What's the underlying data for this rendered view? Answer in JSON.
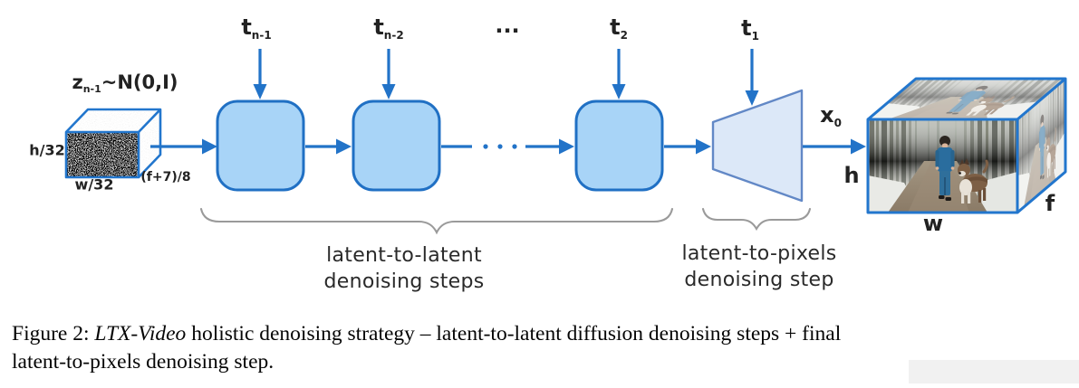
{
  "figure": {
    "latent_label": {
      "base": "z",
      "sub": "n-1",
      "rest": "~N(0,I)"
    },
    "latent_dims": {
      "height": "h/32",
      "width": "w/32",
      "frames": "(f+7)/8"
    },
    "timesteps": [
      {
        "base": "t",
        "sub": "n-1"
      },
      {
        "base": "t",
        "sub": "n-2"
      },
      {
        "base": "t",
        "sub": "2"
      },
      {
        "base": "t",
        "sub": "1"
      }
    ],
    "ellipsis_top": "...",
    "output_label": {
      "base": "x",
      "sub": "0"
    },
    "output_dims": {
      "height": "h",
      "width": "w",
      "frames": "f"
    },
    "brace_latent": {
      "line1": "latent-to-latent",
      "line2": "denoising steps"
    },
    "brace_pixels": {
      "line1": "latent-to-pixels",
      "line2": "denoising step"
    },
    "colors": {
      "arrow": "#2273c8",
      "box_fill": "#a8d4f7",
      "box_border": "#2070c4",
      "trapezoid_fill": "#dce8f8",
      "trapezoid_border": "#6288c6",
      "cube_border": "#2276cd",
      "brace": "#9a9a9a",
      "text": "#222222"
    }
  },
  "caption": {
    "prefix": "Figure 2: ",
    "title_italic": "LTX-Video",
    "line1_rest": " holistic denoising strategy – latent-to-latent diffusion denoising steps + final",
    "line2": "latent-to-pixels denoising step."
  }
}
